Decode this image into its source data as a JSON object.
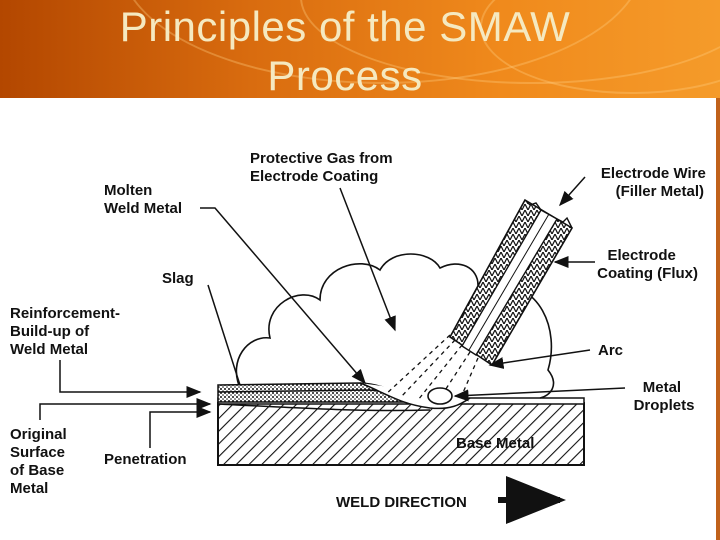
{
  "slide": {
    "title_line1": "Principles of the SMAW",
    "title_line2": "Process"
  },
  "labels": {
    "protective_gas": [
      "Protective Gas from",
      "Electrode Coating"
    ],
    "molten_weld_metal": [
      "Molten",
      "Weld Metal"
    ],
    "electrode_wire": [
      "Electrode Wire",
      "(Filler Metal)"
    ],
    "slag": "Slag",
    "electrode_coating": [
      "Electrode",
      "Coating (Flux)"
    ],
    "reinforcement": [
      "Reinforcement-",
      "Build-up of",
      "Weld Metal"
    ],
    "arc": "Arc",
    "metal_droplets": [
      "Metal",
      "Droplets"
    ],
    "original_surface": [
      "Original",
      "Surface",
      "of Base",
      "Metal"
    ],
    "penetration": "Penetration",
    "base_metal": "Base Metal",
    "weld_direction": "WELD DIRECTION"
  },
  "colors": {
    "header_dark": "#b34700",
    "header_light": "#f59b2a",
    "title_text": "#f5e9c0",
    "line_art": "#111111"
  }
}
